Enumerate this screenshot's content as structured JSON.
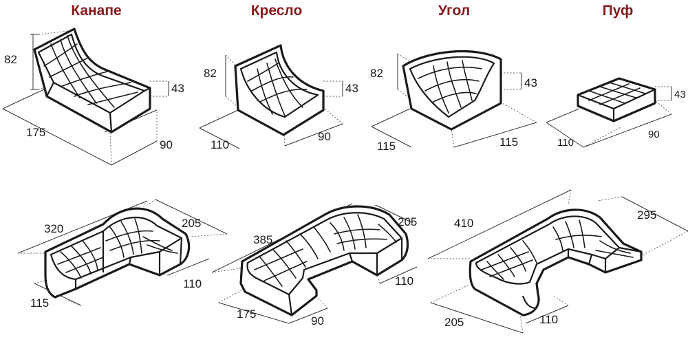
{
  "titles": {
    "kanape": "Канапе",
    "kreslo": "Кресло",
    "ugol": "Угол",
    "puf": "Пуф"
  },
  "colors": {
    "title": "#8b1a1a",
    "line": "#1a1a1a",
    "background": "#ffffff"
  },
  "kanape": {
    "height": "82",
    "seat_height": "43",
    "length": "175",
    "depth": "90"
  },
  "kreslo": {
    "height": "82",
    "seat_height": "43",
    "width": "110",
    "depth": "90"
  },
  "ugol": {
    "height": "82",
    "seat_height": "43",
    "width_left": "115",
    "width_right": "115"
  },
  "puf": {
    "height": "43",
    "width": "110",
    "depth": "90"
  },
  "combo1": {
    "length": "320",
    "side": "205",
    "depth_right": "110",
    "depth_left": "115"
  },
  "combo2": {
    "length": "385",
    "side": "205",
    "depth_right": "110",
    "left_length": "175",
    "left_depth": "90"
  },
  "combo3": {
    "length": "410",
    "side": "295",
    "depth_left": "205",
    "depth_front": "110"
  }
}
